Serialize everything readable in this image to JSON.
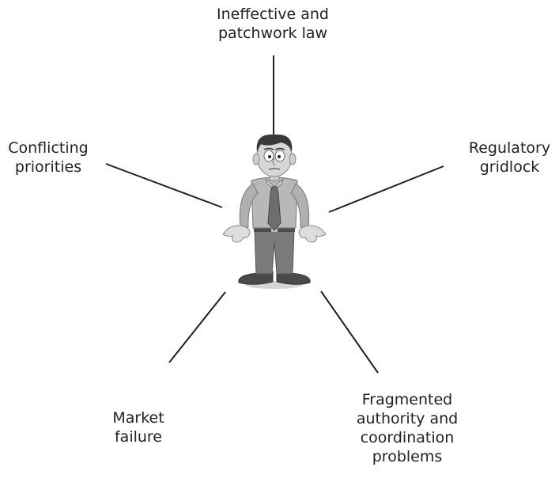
{
  "diagram": {
    "center": {
      "figure": "confused-man-figure"
    },
    "labels": {
      "top": {
        "lines": [
          "Ineffective and",
          "patchwork law"
        ]
      },
      "left": {
        "lines": [
          "Conflicting",
          "priorities"
        ]
      },
      "right": {
        "lines": [
          "Regulatory",
          "gridlock"
        ]
      },
      "bottom_left": {
        "lines": [
          "Market",
          "failure"
        ]
      },
      "bottom_right": {
        "lines": [
          "Fragmented",
          "authority and",
          "coordination",
          "problems"
        ]
      }
    },
    "colors": {
      "line": "#231f20",
      "text": "#231f20",
      "figure_gray": "#9a9a9a",
      "figure_dark": "#5a5a5a"
    }
  }
}
